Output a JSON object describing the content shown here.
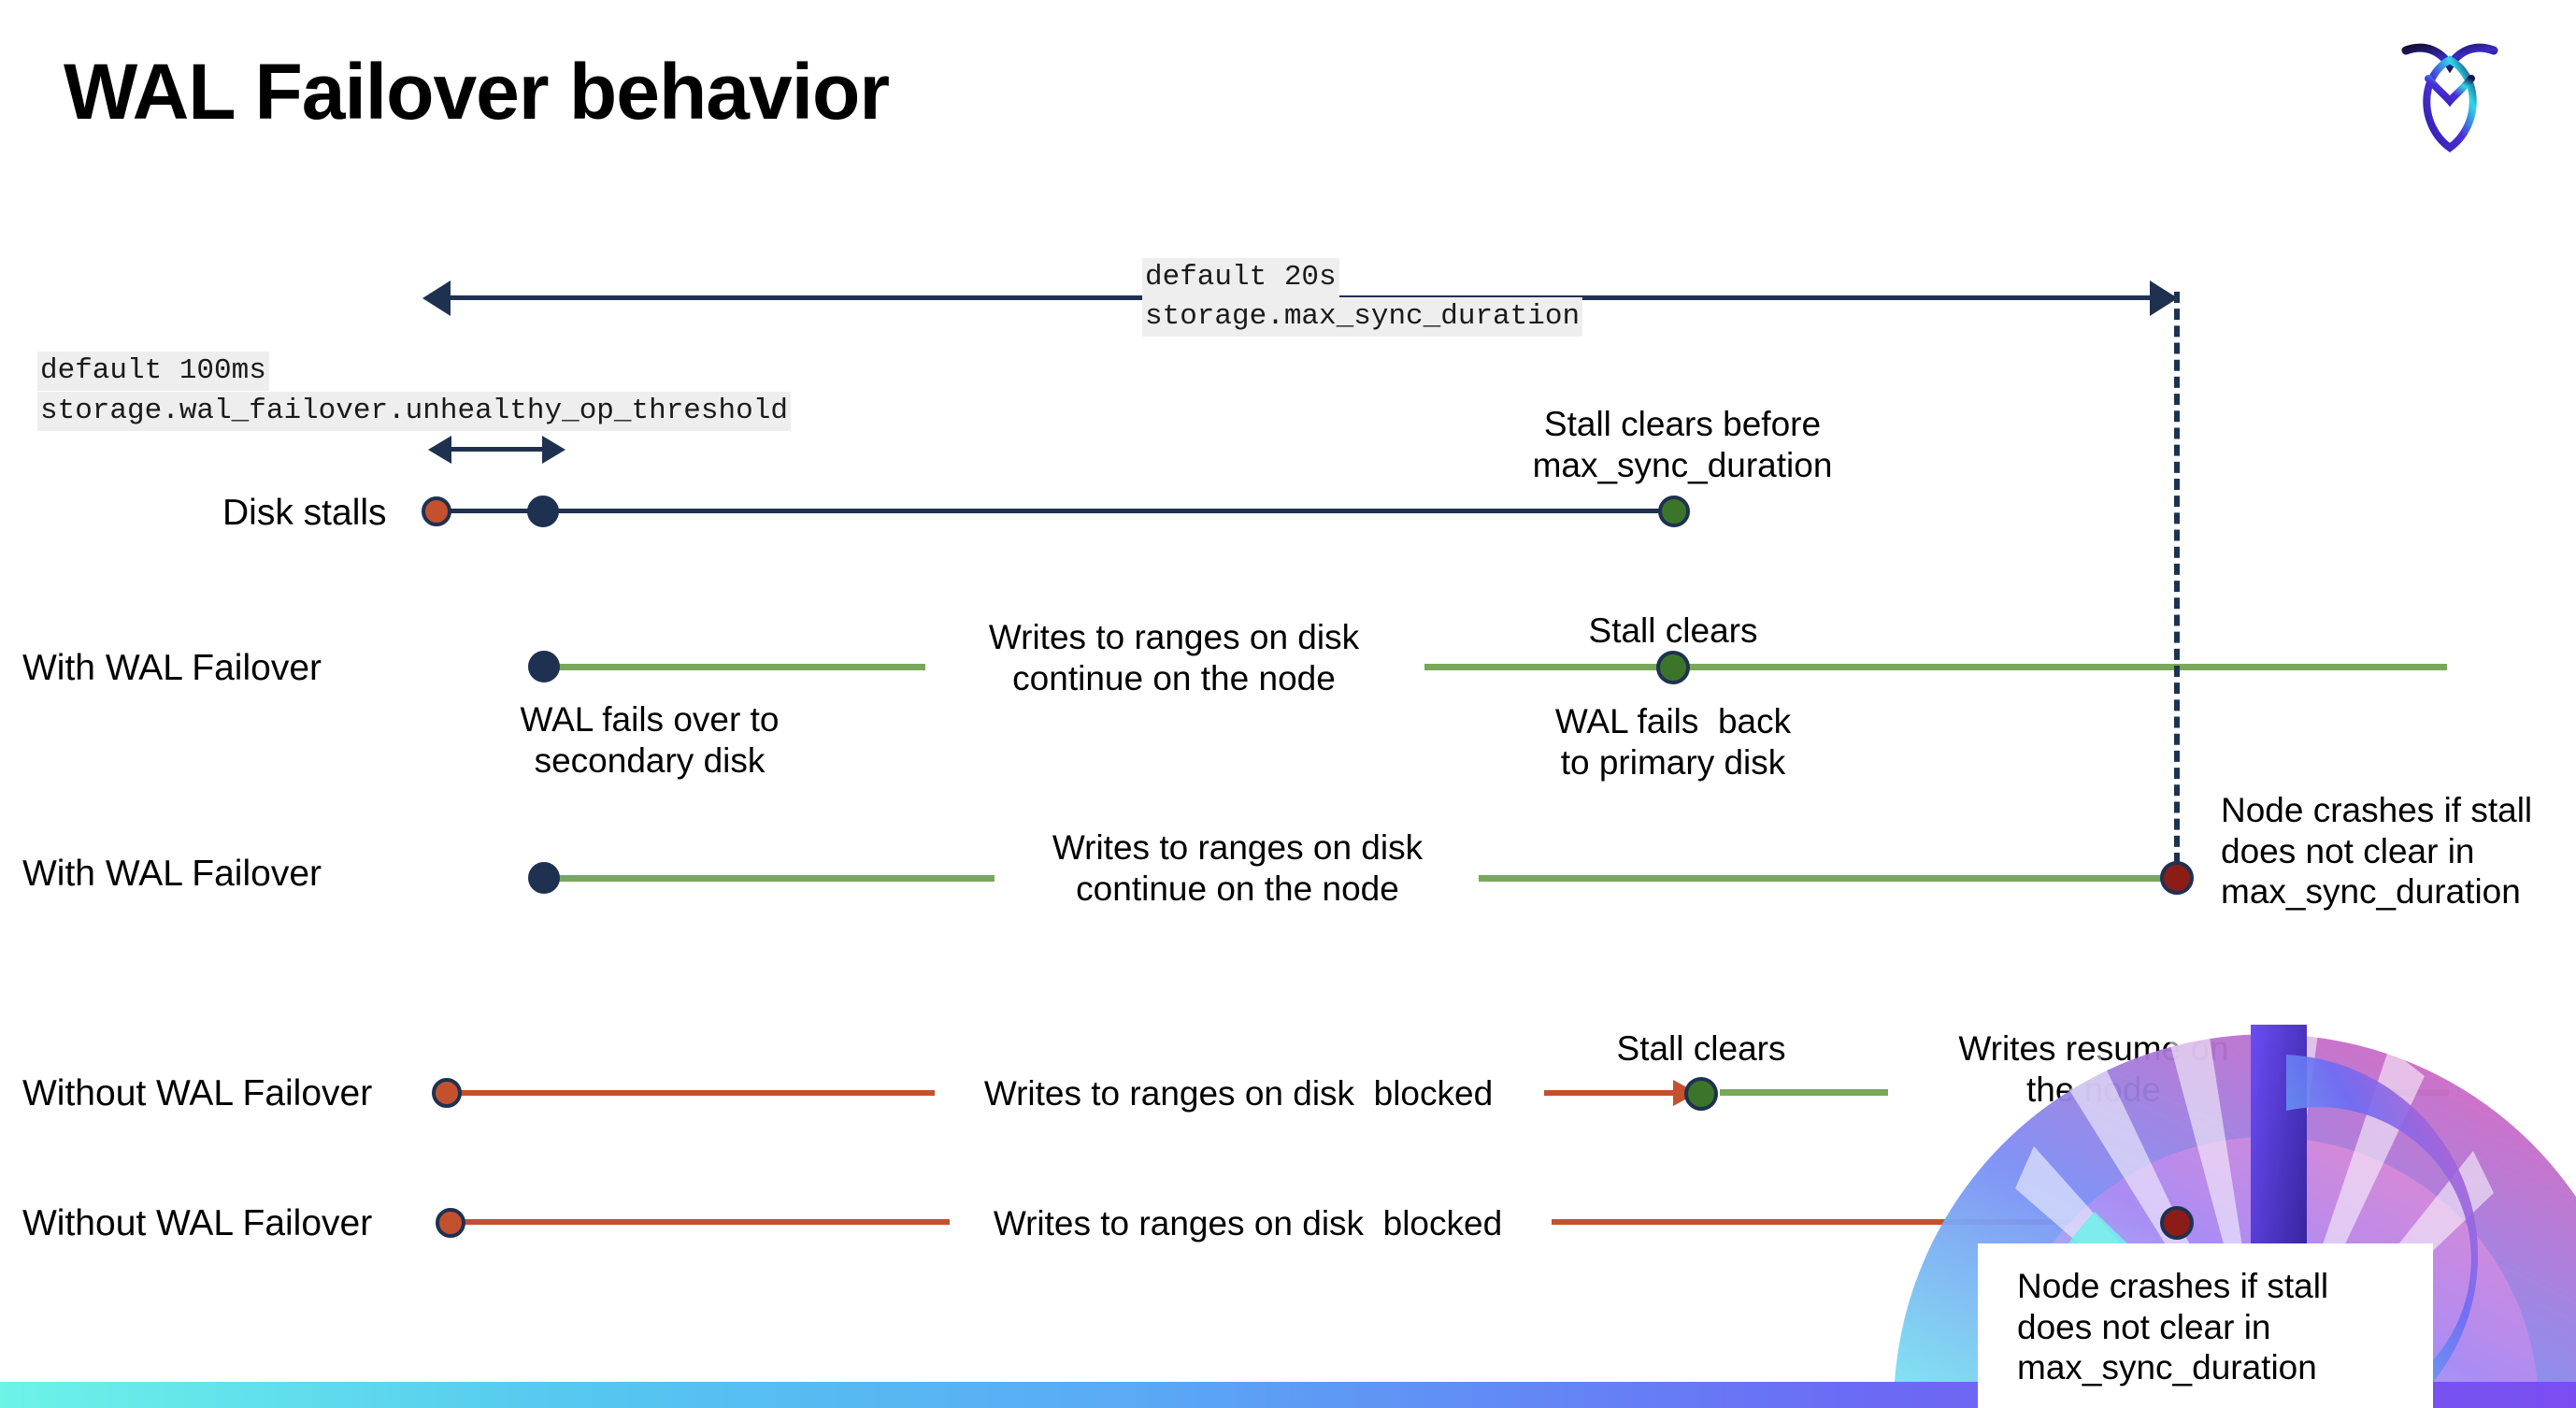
{
  "slide": {
    "title": "WAL Failover behavior",
    "logo_name": "cockroachdb-logo"
  },
  "colors": {
    "navy": "#1f3150",
    "green_line": "#7aa85a",
    "green_dot": "#3c7529",
    "orange": "#c4512e",
    "dark_red": "#8c1c17",
    "chip_bg": "#eeeeee"
  },
  "settings": {
    "max_sync": {
      "default_line": "default 20s",
      "name_line": "storage.max_sync_duration"
    },
    "unhealthy_op": {
      "default_line": "default 100ms",
      "name_line": "storage.wal_failover.unhealthy_op_threshold"
    }
  },
  "rows": [
    {
      "id": "disk-stalls",
      "label": "Disk stalls",
      "annotations": [
        "Stall clears before\nmax_sync_duration"
      ]
    },
    {
      "id": "with-wal-failover-1",
      "label": "With WAL Failover",
      "annotations": [
        "Writes to ranges on disk\ncontinue on the node",
        "Stall clears",
        "WAL fails over to\nsecondary disk",
        "WAL fails  back\nto primary disk"
      ]
    },
    {
      "id": "with-wal-failover-2",
      "label": "With WAL Failover",
      "annotations": [
        "Writes to ranges on disk\ncontinue on the node",
        "Node crashes if stall\ndoes not clear in\nmax_sync_duration"
      ]
    },
    {
      "id": "without-wal-failover-1",
      "label": "Without WAL Failover",
      "annotations": [
        "Writes to ranges on disk  blocked",
        "Stall clears",
        "Writes resume on\nthe node"
      ]
    },
    {
      "id": "without-wal-failover-2",
      "label": "Without WAL Failover",
      "annotations": [
        "Writes to ranges on disk  blocked",
        "Node crashes if stall\ndoes not clear in\nmax_sync_duration"
      ]
    }
  ]
}
